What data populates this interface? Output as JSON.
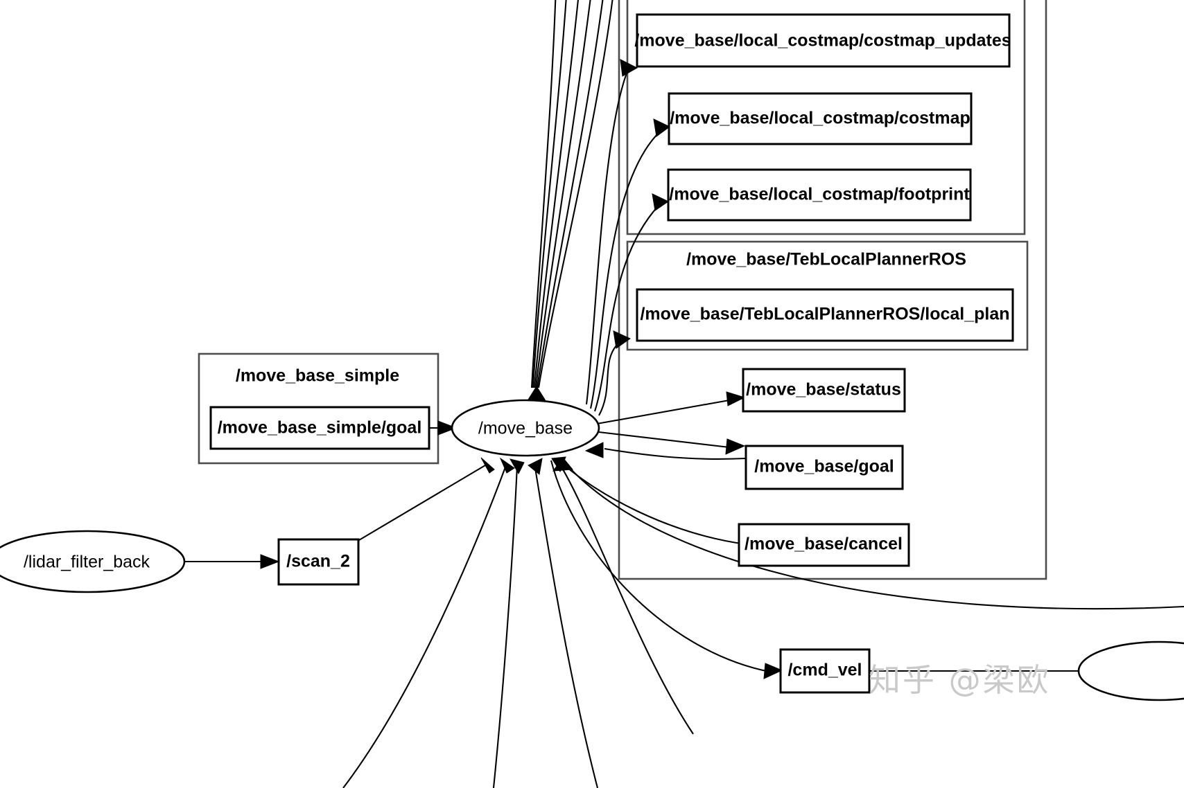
{
  "graph": {
    "type": "ros-node-graph",
    "background": "#ffffff",
    "line_color": "#000000",
    "cluster_color": "#4d4d4d",
    "watermark": "知乎 @梁欧"
  },
  "nodes": {
    "move_base": "/move_base",
    "lidar_filter_back": "/lidar_filter_back",
    "scan_2": "/scan_2",
    "move_base_simple_goal": "/move_base_simple/goal",
    "local_costmap_costmap_updates": "/move_base/local_costmap/costmap_updates",
    "local_costmap_costmap": "/move_base/local_costmap/costmap",
    "local_costmap_footprint": "/move_base/local_costmap/footprint",
    "teb_local_plan": "/move_base/TebLocalPlannerROS/local_plan",
    "status": "/move_base/status",
    "goal": "/move_base/goal",
    "cancel": "/move_base/cancel",
    "cmd_vel": "/cmd_vel"
  },
  "clusters": {
    "move_base_simple": "/move_base_simple",
    "teb_local_planner_ros": "/move_base/TebLocalPlannerROS"
  }
}
